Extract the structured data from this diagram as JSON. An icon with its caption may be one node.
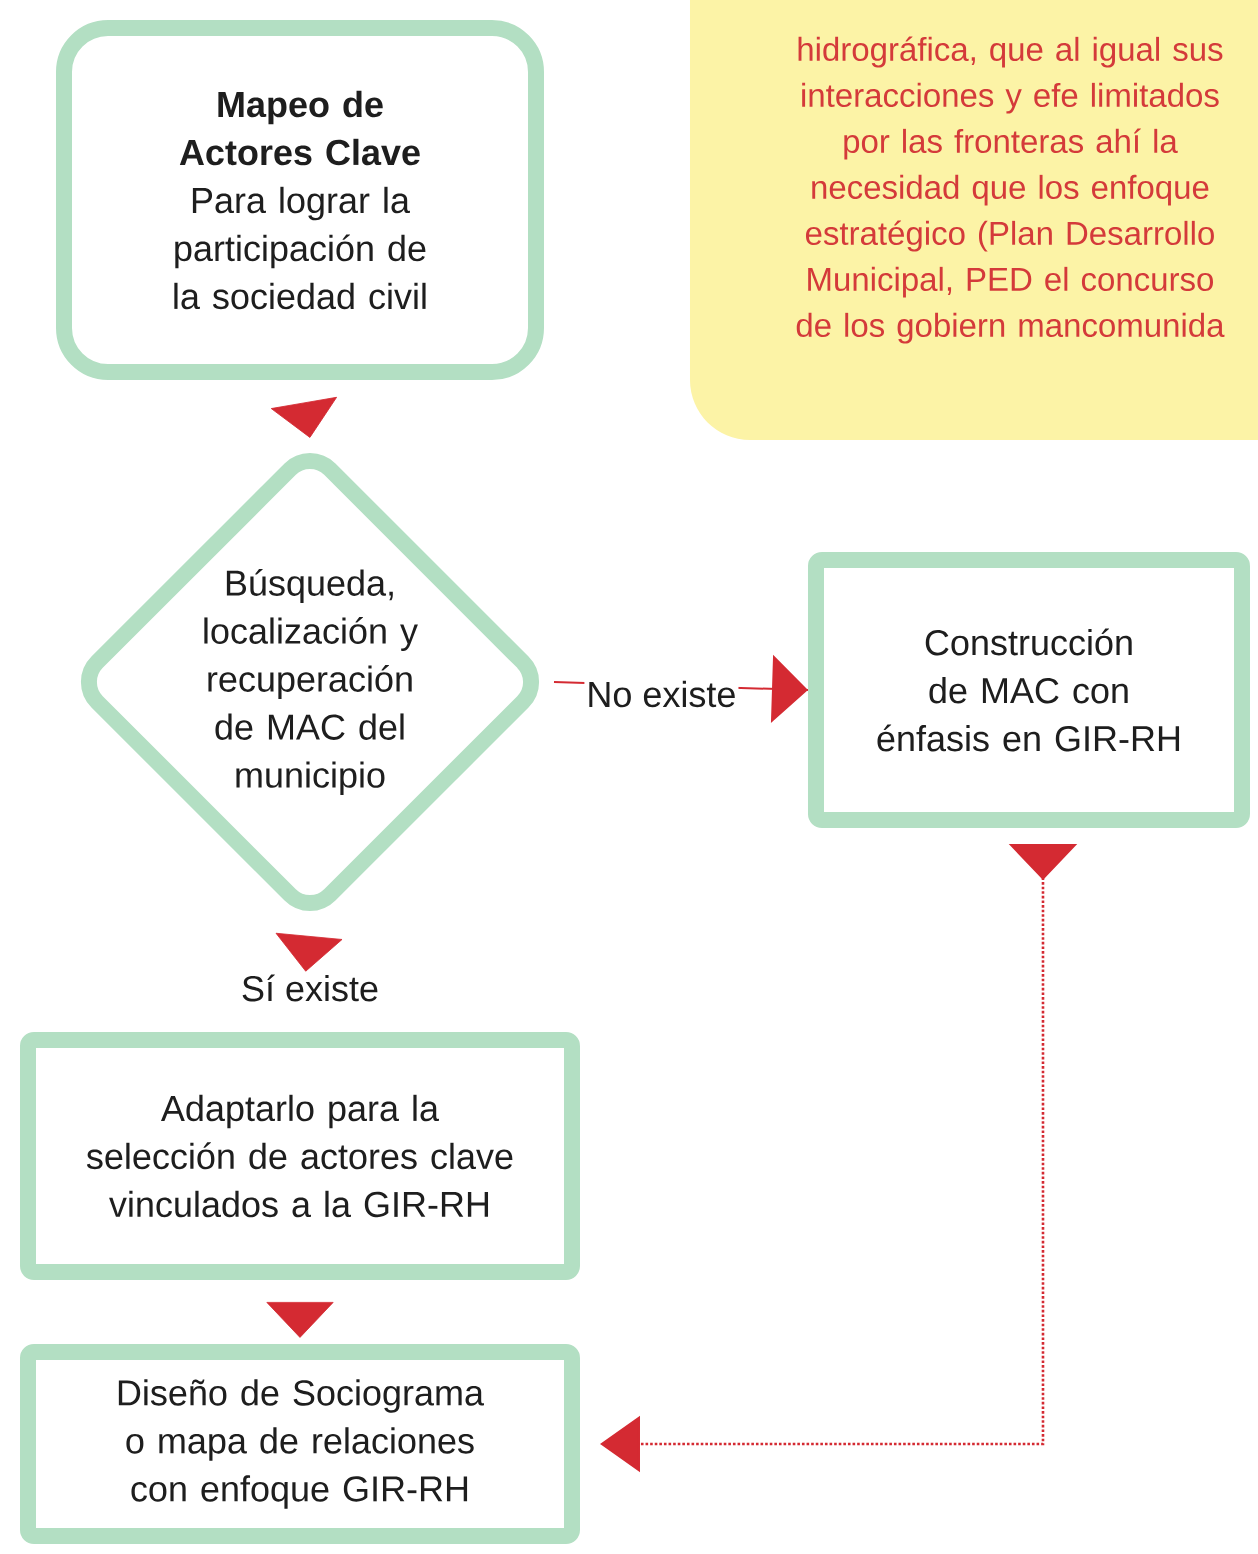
{
  "diagram": {
    "nodes": [
      {
        "text": [
          "Mapeo de Actores Clave",
          "Para lograr la participación de la sociedad civil"
        ]
      },
      {
        "text": [
          "hidrográfica, que al igual sus interacciones y efe limitados por las fronteras ahí la necesidad que los enfoque estratégico (Plan Desarrollo Municipal, PED el concurso de los gobiern mancomunida"
        ]
      },
      {
        "text": [
          "Búsqueda, localización y recuperación de MAC del municipio"
        ]
      },
      {
        "text": [
          "Construcción de MAC con énfasis en GIR-RH"
        ]
      },
      {
        "text": [
          "Adaptarlo para la selección de actores clave vinculados a la GIR-RH"
        ]
      },
      {
        "text": [
          "Diseño de Sociograma o mapa de relaciones con enfoque GIR-RH"
        ]
      }
    ],
    "edges": [
      {
        "from": 0,
        "to": 2,
        "arrow": "to"
      },
      {
        "from": 2,
        "to": 3,
        "arrow": "to",
        "label": "No existe"
      },
      {
        "from": 2,
        "to": 4,
        "arrow": "to",
        "label": "Sí existe"
      },
      {
        "from": 4,
        "to": 5,
        "arrow": "to"
      },
      {
        "from": 3,
        "to": 5,
        "arrow": "to",
        "style": "dashed"
      }
    ]
  }
}
